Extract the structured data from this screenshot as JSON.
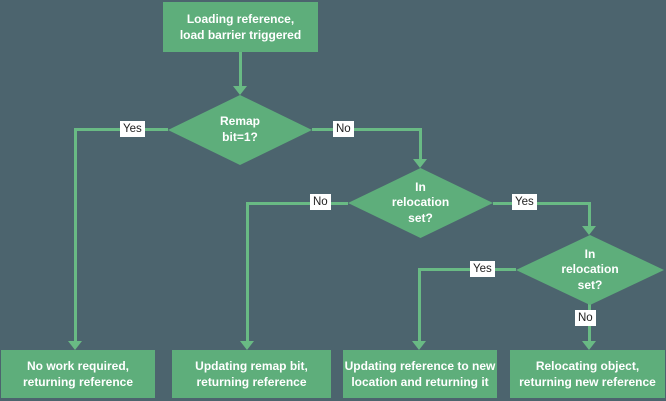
{
  "colors": {
    "bg": "#4c646e",
    "node": "#5eae7b",
    "line": "#69ba84",
    "node_text": "#ffffff",
    "chip_bg": "#ffffff",
    "chip_text": "#222222"
  },
  "nodes": {
    "start": {
      "lines": [
        "Loading reference,",
        "load barrier triggered"
      ]
    },
    "remap": {
      "lines": [
        "Remap",
        "bit=1?"
      ]
    },
    "reloc1": {
      "lines": [
        "In",
        "relocation",
        "set?"
      ]
    },
    "reloc2": {
      "lines": [
        "In",
        "relocation",
        "set?"
      ]
    },
    "box1": {
      "lines": [
        "No work required,",
        "returning reference"
      ]
    },
    "box2": {
      "lines": [
        "Updating remap bit,",
        "returning reference"
      ]
    },
    "box3": {
      "lines": [
        "Updating reference to new",
        "location and returning it"
      ]
    },
    "box4": {
      "lines": [
        "Relocating object,",
        "returning new reference"
      ]
    }
  },
  "labels": {
    "remap_yes": "Yes",
    "remap_no": "No",
    "reloc1_no": "No",
    "reloc1_yes": "Yes",
    "reloc2_yes": "Yes",
    "reloc2_no": "No"
  }
}
